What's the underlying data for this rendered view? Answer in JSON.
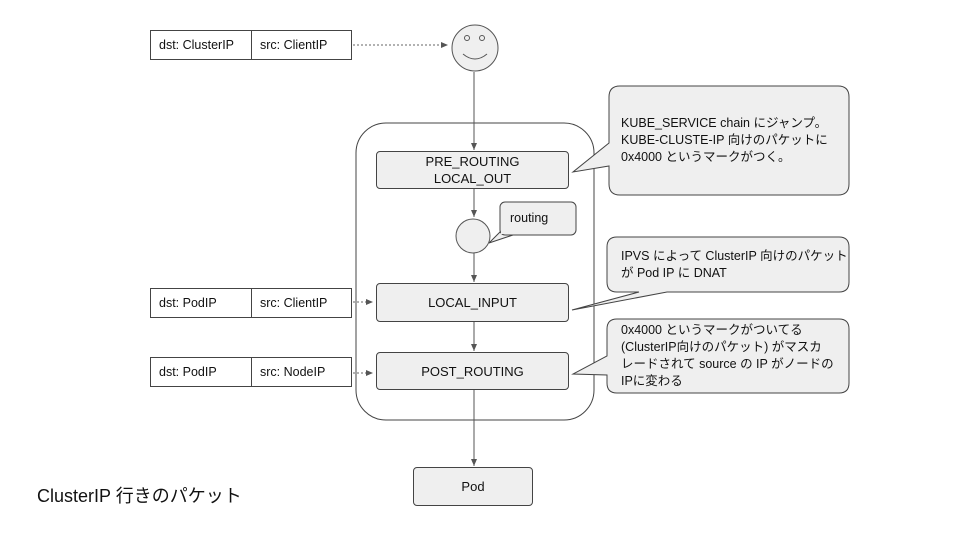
{
  "packets": [
    {
      "dst": "dst: ClusterIP",
      "src": "src: ClientIP"
    },
    {
      "dst": "dst: PodIP",
      "src": "src: ClientIP"
    },
    {
      "dst": "dst: PodIP",
      "src": "src: NodeIP"
    }
  ],
  "nodes": {
    "pre_routing": "PRE_ROUTING\nLOCAL_OUT",
    "routing": "routing",
    "local_input": "LOCAL_INPUT",
    "post_routing": "POST_ROUTING",
    "pod": "Pod"
  },
  "callouts": {
    "kube_service": "KUBE_SERVICE chain にジャンプ。\nKUBE-CLUSTE-IP 向けのパケットに\n0x4000 というマークがつく。",
    "ipvs": "IPVS によって ClusterIP 向けのパケット\nが Pod IP に DNAT",
    "masq": "0x4000 というマークがついてる\n(ClusterIP向けのパケット) がマスカ\nレードされて source の IP がノードの\nIPに変わる"
  },
  "caption": "ClusterIP 行きのパケット"
}
